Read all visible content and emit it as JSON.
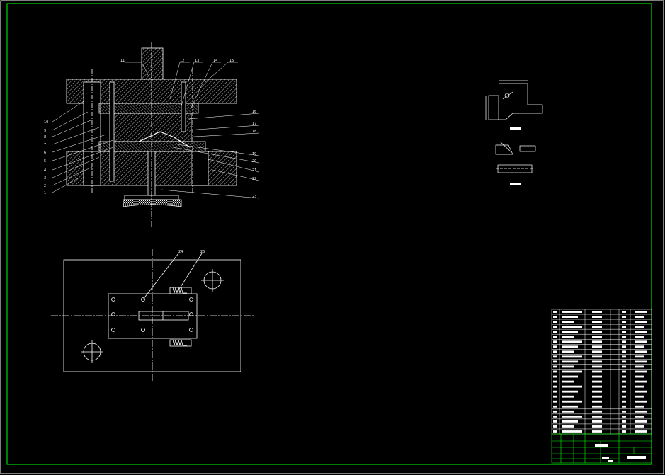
{
  "balloons_left": [
    "10",
    "9",
    "8",
    "7",
    "6",
    "5",
    "4",
    "3",
    "2",
    "1"
  ],
  "balloons_top": [
    "11",
    "12",
    "13",
    "14",
    "15"
  ],
  "balloons_right": [
    "16",
    "17",
    "18",
    "19",
    "20",
    "21",
    "22",
    "23"
  ],
  "balloons_plan": [
    "24",
    "25"
  ],
  "colors": {
    "background": "#000000",
    "line": "#ffffff",
    "frame_green": "#00ff00",
    "hatch": "#ffffff"
  },
  "icons": [
    "spring-icon",
    "bolt-hole-icon",
    "pin-hole-icon",
    "centerline-icon"
  ]
}
